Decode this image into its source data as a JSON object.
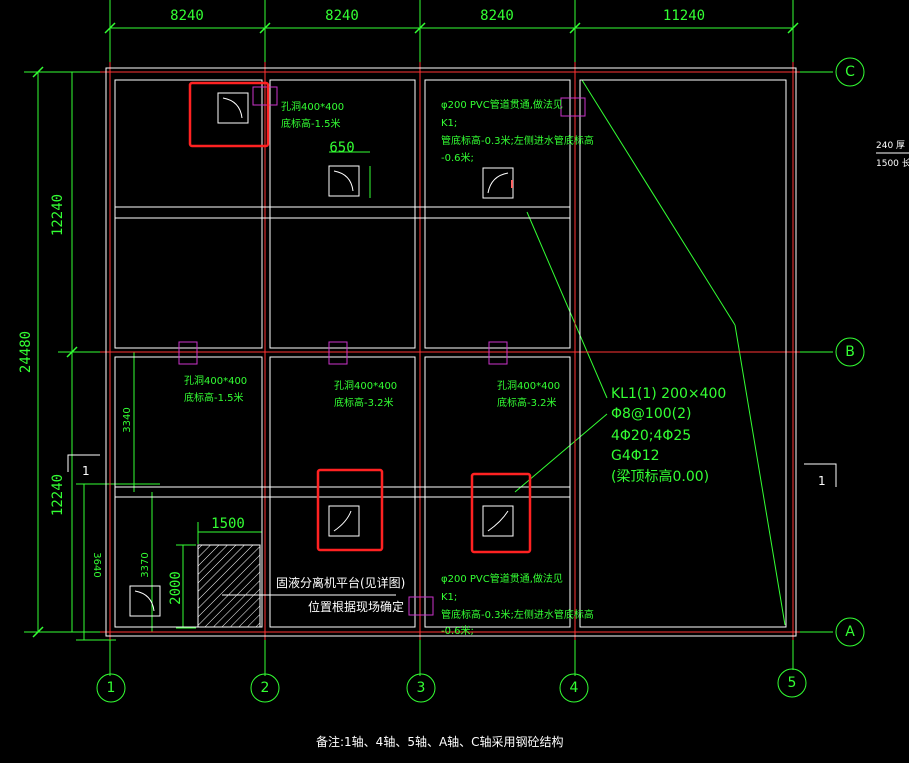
{
  "dimensions": {
    "top": [
      "8240",
      "8240",
      "8240",
      "11240"
    ],
    "left_total": "24480",
    "left_upper": "12240",
    "left_lower": "12240",
    "left_inner_a": "3340",
    "left_inner_b": "3370",
    "left_inner_c": "3640",
    "pit_width": "1500",
    "pit_depth": "2000",
    "opening_650": "650"
  },
  "axes": {
    "columns": [
      "1",
      "2",
      "3",
      "4",
      "5"
    ],
    "rows": [
      "C",
      "B",
      "A"
    ]
  },
  "section_marks": {
    "left": "1",
    "right": "1"
  },
  "hole_notes": {
    "top_left": [
      "孔洞400*400",
      "底标高-1.5米"
    ],
    "mid_left": [
      "孔洞400*400",
      "底标高-1.5米"
    ],
    "mid_center": [
      "孔洞400*400",
      "底标高-3.2米"
    ],
    "mid_right": [
      "孔洞400*400",
      "底标高-3.2米"
    ]
  },
  "pvc_note_top": [
    "φ200 PVC管道贯通,做法见",
    "K1;",
    "管底标高-0.3米;左侧进水管底标高",
    "-0.6米;"
  ],
  "pvc_note_bottom": [
    "φ200 PVC管道贯通,做法见",
    "K1;",
    "管底标高-0.3米;左侧进水管底标高",
    "-0.6米;"
  ],
  "beam_label": [
    "KL1(1) 200×400",
    "Φ8@100(2)",
    "4Φ20;4Φ25",
    "G4Φ12",
    "(梁顶标高0.00)"
  ],
  "equipment_note": [
    "固液分离机平台(见详图)",
    "位置根据现场确定"
  ],
  "side_note": [
    "240 厚",
    "1500 长"
  ],
  "footer_note": "备注:1轴、4轴、5轴、A轴、C轴采用钢砼结构"
}
